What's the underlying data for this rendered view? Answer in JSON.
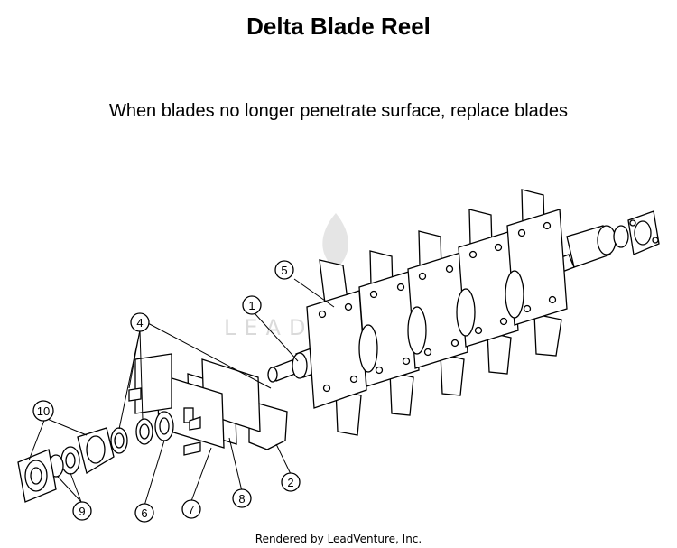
{
  "title": "Delta Blade Reel",
  "subtitle": "When blades no longer penetrate surface, replace blades",
  "footer": "Rendered by LeadVenture, Inc.",
  "watermark": {
    "text": "LEADVENTURE",
    "icon": "flame-logo-icon"
  },
  "callouts": [
    {
      "label": "1"
    },
    {
      "label": "2"
    },
    {
      "label": "4"
    },
    {
      "label": "5"
    },
    {
      "label": "6"
    },
    {
      "label": "7"
    },
    {
      "label": "8"
    },
    {
      "label": "9"
    },
    {
      "label": "10"
    }
  ]
}
